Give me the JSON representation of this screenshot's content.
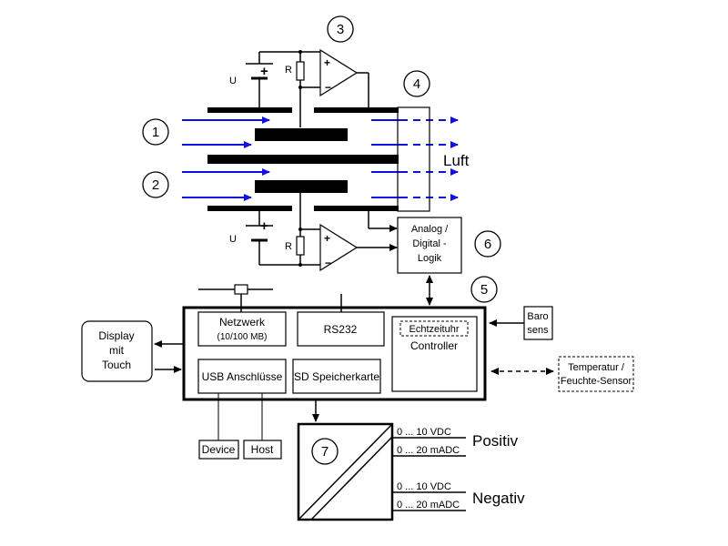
{
  "labels": {
    "u_top": "U",
    "u_bottom": "U",
    "r_top": "R",
    "r_bottom": "R",
    "plus_top": "+",
    "plus_bottom": "+",
    "op_plus_top": "+",
    "op_minus_top": "−",
    "op_plus_bottom": "+",
    "op_minus_bottom": "−",
    "luft": "Luft",
    "analog_logic_lines": [
      "Analog /",
      "Digital -",
      "Logik"
    ],
    "netzwerk": "Netzwerk",
    "netzwerk_sub": "(10/100 MB)",
    "rs232": "RS232",
    "echtzeituhr": "Echtzeituhr",
    "controller": "Controller",
    "usb": "USB Anschlüsse",
    "sd": "SD Speicherkarte",
    "device": "Device",
    "host": "Host",
    "display_lines": [
      "Display",
      "mit",
      "Touch"
    ],
    "baro_lines": [
      "Baro",
      "sens"
    ],
    "temp_lines": [
      "Temperatur /",
      "Feuchte-Sensor"
    ],
    "out_v_pos": "0 ... 10 VDC",
    "out_a_pos": "0 ... 20 mADC",
    "out_v_neg": "0 ... 10 VDC",
    "out_a_neg": "0 ... 20 mADC",
    "positiv": "Positiv",
    "negativ": "Negativ"
  },
  "callouts": [
    "1",
    "2",
    "3",
    "4",
    "5",
    "6",
    "7"
  ],
  "colors": {
    "air_flow": "#1010e0",
    "line": "#000000"
  }
}
